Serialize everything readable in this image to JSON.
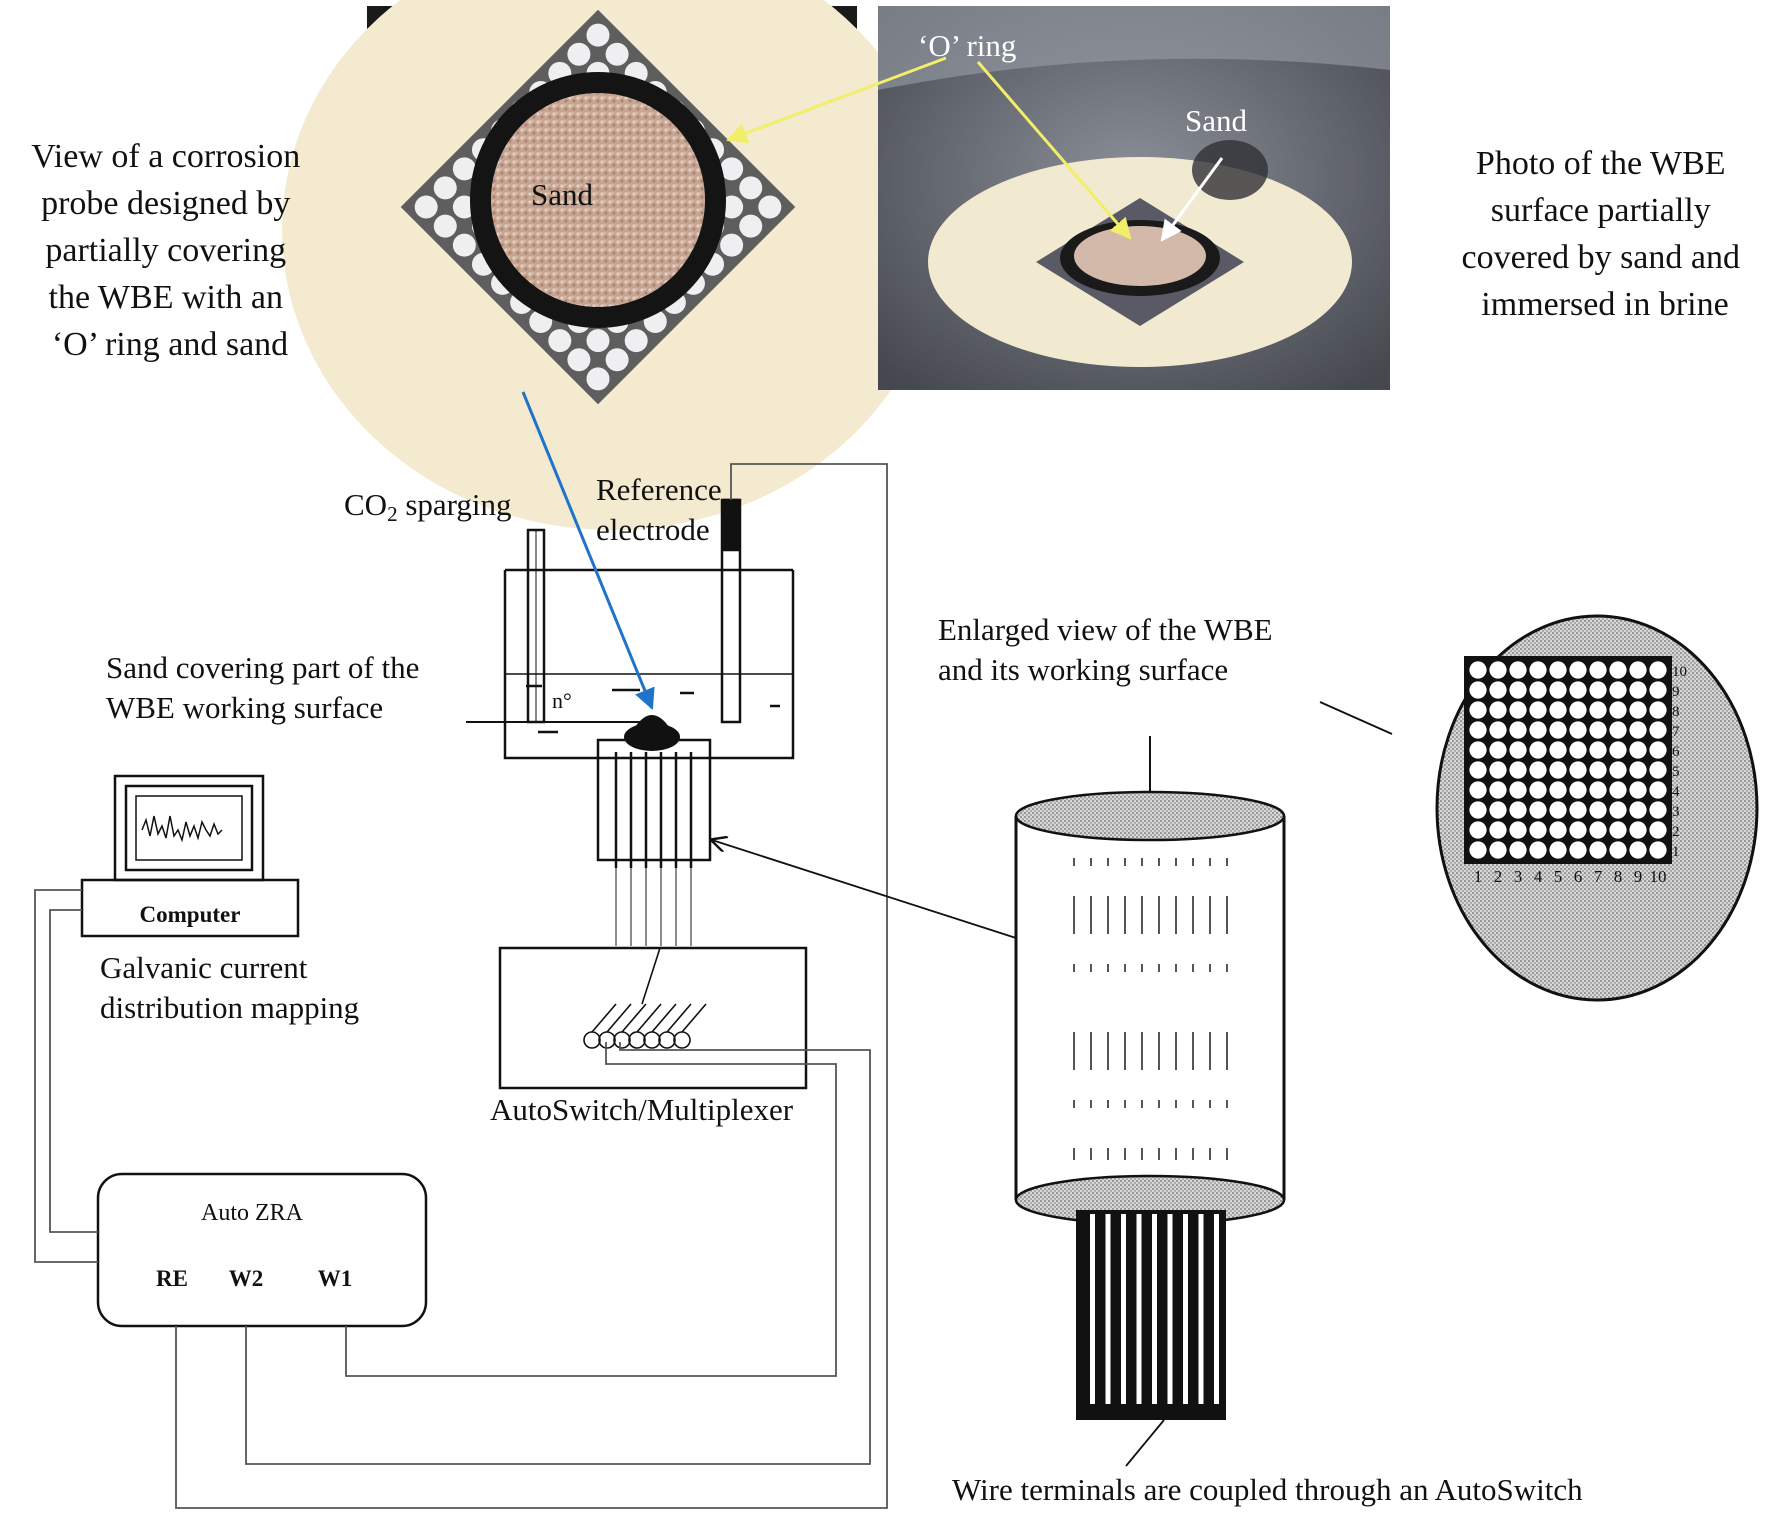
{
  "labels": {
    "probe_caption": [
      "View of a corrosion",
      "probe designed by",
      "partially covering",
      "the WBE with an",
      "‘O’ ring and sand"
    ],
    "photo_caption": [
      "Photo of the WBE",
      "surface partially",
      "covered by sand and",
      "immersed in brine"
    ],
    "photo1_sand": "Sand",
    "photo2_oring": "‘O’ ring",
    "photo2_sand": "Sand",
    "co2_prefix": "CO",
    "co2_sub": "2",
    "co2_suffix": " sparging",
    "reference_electrode": [
      "Reference",
      "electrode"
    ],
    "sand_covering": [
      "Sand covering part of the",
      "WBE working surface"
    ],
    "enlarged_view": [
      "Enlarged view of the WBE",
      "and its working surface"
    ],
    "computer": "Computer",
    "galvanic": [
      "Galvanic current",
      "distribution mapping"
    ],
    "autoswitch": "AutoSwitch/Multiplexer",
    "auto_zra": "Auto ZRA",
    "re": "RE",
    "w2": "W2",
    "w1": "W1",
    "wire_terminals": "Wire terminals are coupled through an AutoSwitch",
    "grid_numbers": [
      "1",
      "2",
      "3",
      "4",
      "5",
      "6",
      "7",
      "8",
      "9",
      "10"
    ]
  },
  "colors": {
    "yellow_arrow": "#f2ee6a",
    "blue_arrow": "#1f73c9",
    "white_arrow": "#ffffff",
    "photo1_bg": "#f5ecd0",
    "photo2_bg": "#6b6f78",
    "sand": "#c9a896",
    "ink": "#111111"
  }
}
